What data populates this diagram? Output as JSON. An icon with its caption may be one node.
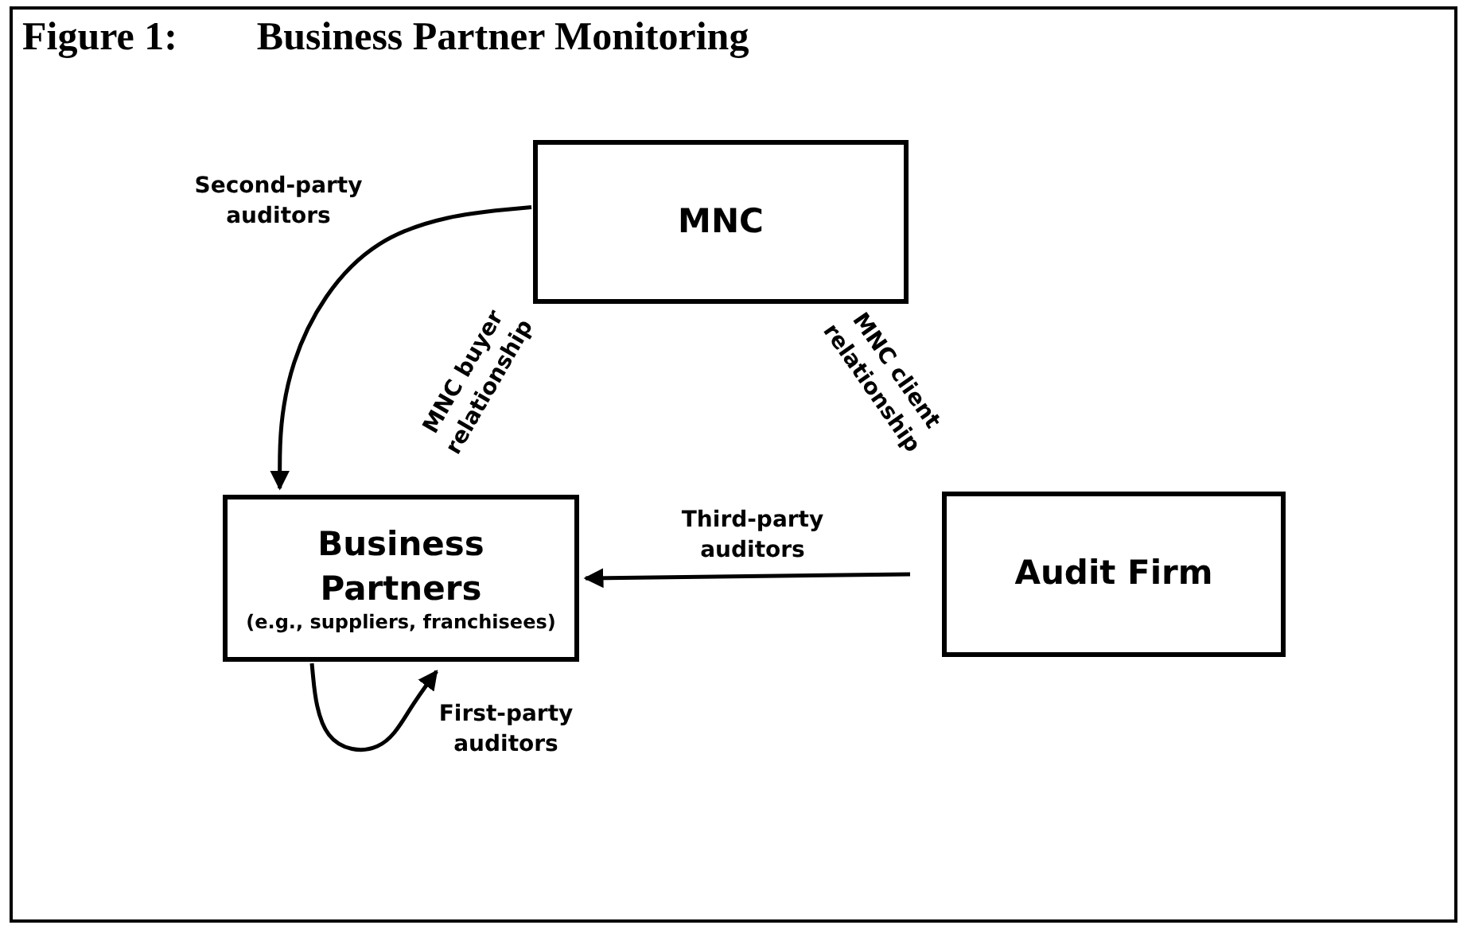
{
  "diagram": {
    "title": "Figure 1:        Business Partner Monitoring",
    "nodes": [
      {
        "text": [
          "MNC"
        ]
      },
      {
        "text": [
          "Business Partners",
          "(e.g., suppliers, franchisees)"
        ]
      },
      {
        "text": [
          "Audit Firm"
        ]
      }
    ],
    "edges": [
      {
        "from": 0,
        "to": 1,
        "arrow": "to",
        "label": "Second-party auditors"
      },
      {
        "from": 2,
        "to": 1,
        "arrow": "to",
        "label": "Third-party auditors"
      },
      {
        "from": 1,
        "to": 1,
        "arrow": "to",
        "label": "First-party auditors"
      }
    ],
    "labels": [
      "MNC buyer relationship",
      "MNC client relationship"
    ]
  }
}
